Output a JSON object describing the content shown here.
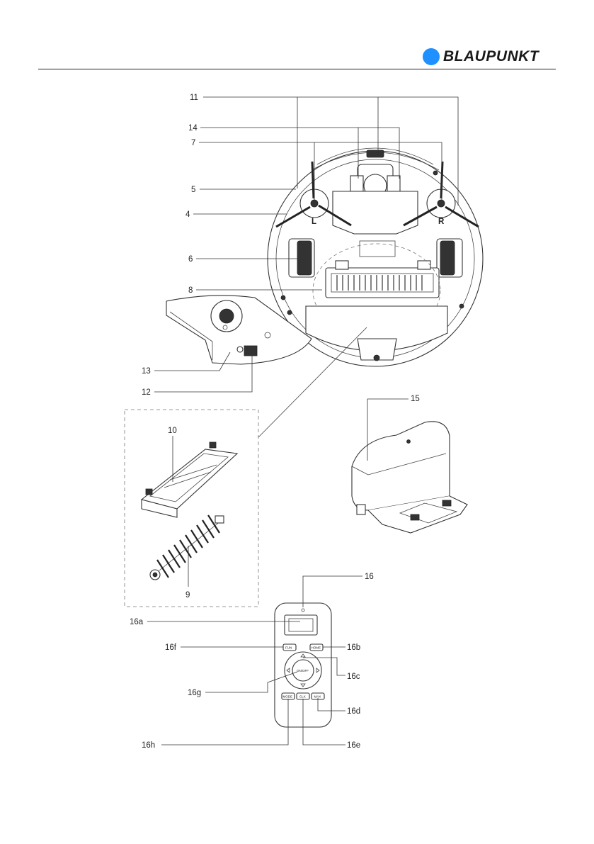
{
  "header": {
    "brand": "BLAUPUNKT",
    "brand_color": "#1e90ff"
  },
  "callouts": {
    "c11": "11",
    "c14": "14",
    "c7": "7",
    "c5": "5",
    "c4": "4",
    "c6": "6",
    "c8": "8",
    "c13": "13",
    "c12": "12",
    "c10": "10",
    "c9": "9",
    "c15": "15",
    "c16": "16",
    "c16a": "16a",
    "c16f": "16f",
    "c16b": "16b",
    "c16c": "16c",
    "c16g": "16g",
    "c16d": "16d",
    "c16h": "16h",
    "c16e": "16e"
  },
  "robot": {
    "wheel_left": "L",
    "wheel_right": "R"
  },
  "remote": {
    "fun": "FUN",
    "home": "HOME",
    "onoff": "ON/OFF",
    "mode": "MODE",
    "clk": "CLK",
    "max": "MAX"
  }
}
